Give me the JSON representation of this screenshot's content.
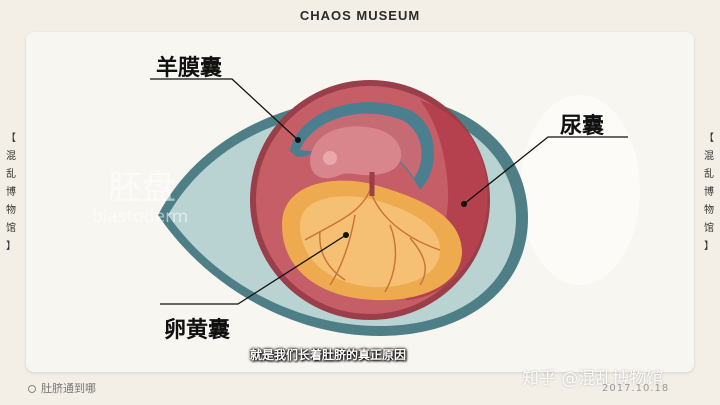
{
  "header": {
    "title": "CHAOS MUSEUM"
  },
  "side_left": [
    "【",
    "混",
    "乱",
    "博",
    "物",
    "馆",
    "】"
  ],
  "side_right": [
    "【",
    "混",
    "乱",
    "博",
    "物",
    "馆",
    "】"
  ],
  "diagram": {
    "labels": {
      "amnion": "羊膜囊",
      "allantois": "尿囊",
      "yolk_sac": "卵黄囊"
    },
    "ghost_text_zh": "胚盘",
    "ghost_text_en": "blastoderm"
  },
  "subtitle": "就是我们长着肚脐的真正原因",
  "footer": {
    "caption": "肚脐通到哪",
    "watermark": "知乎 @混乱博物馆",
    "date": "2017.10.18"
  },
  "colors": {
    "shell_outer": "#4f7f86",
    "albumen": "#b9d2d2",
    "chorion": "#9a3f49",
    "yolk": "#eeaa4f",
    "embryo": "#cf7a80"
  }
}
